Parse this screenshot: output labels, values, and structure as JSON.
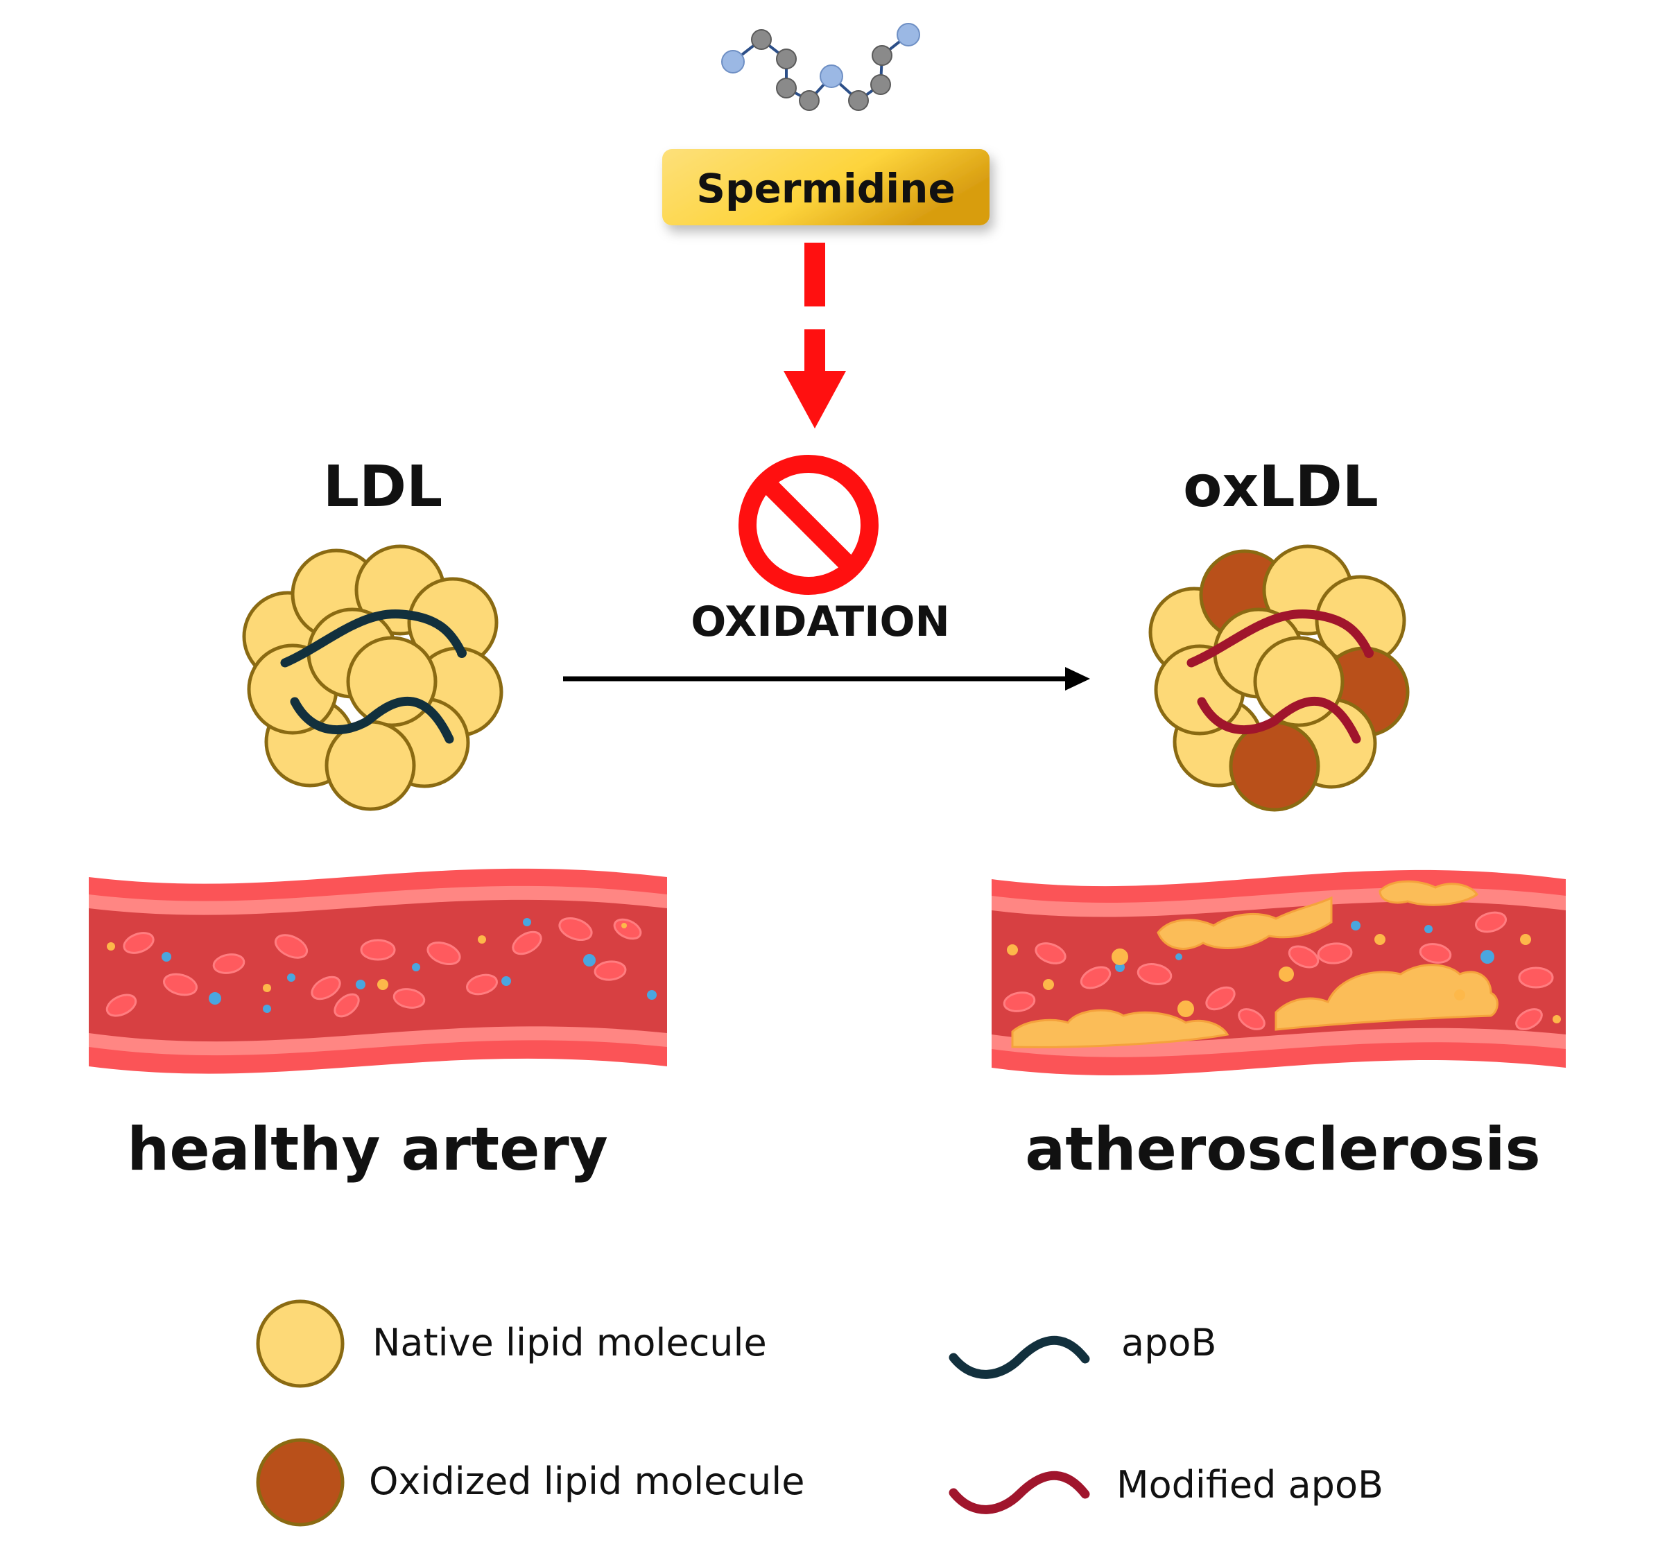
{
  "compound": {
    "label": "Spermidine"
  },
  "process": {
    "label": "OXIDATION"
  },
  "particles": {
    "native": "LDL",
    "oxidized": "oxLDL"
  },
  "vessels": {
    "healthy": "healthy artery",
    "diseased": "atherosclerosis"
  },
  "legend": {
    "native_lipid": "Native lipid molecule",
    "oxidized_lipid": "Oxidized lipid molecule",
    "apob": "apoB",
    "modified_apob": "Modified apoB"
  },
  "colors": {
    "native_lipid": "#fdd977",
    "native_lipid_stroke": "#8a6a12",
    "oxidized_lipid": "#b9501a",
    "apob": "#12303d",
    "modified_apob": "#a0152c",
    "inhibit_arrow": "#ff1010",
    "label_box": "#fdd23a"
  }
}
